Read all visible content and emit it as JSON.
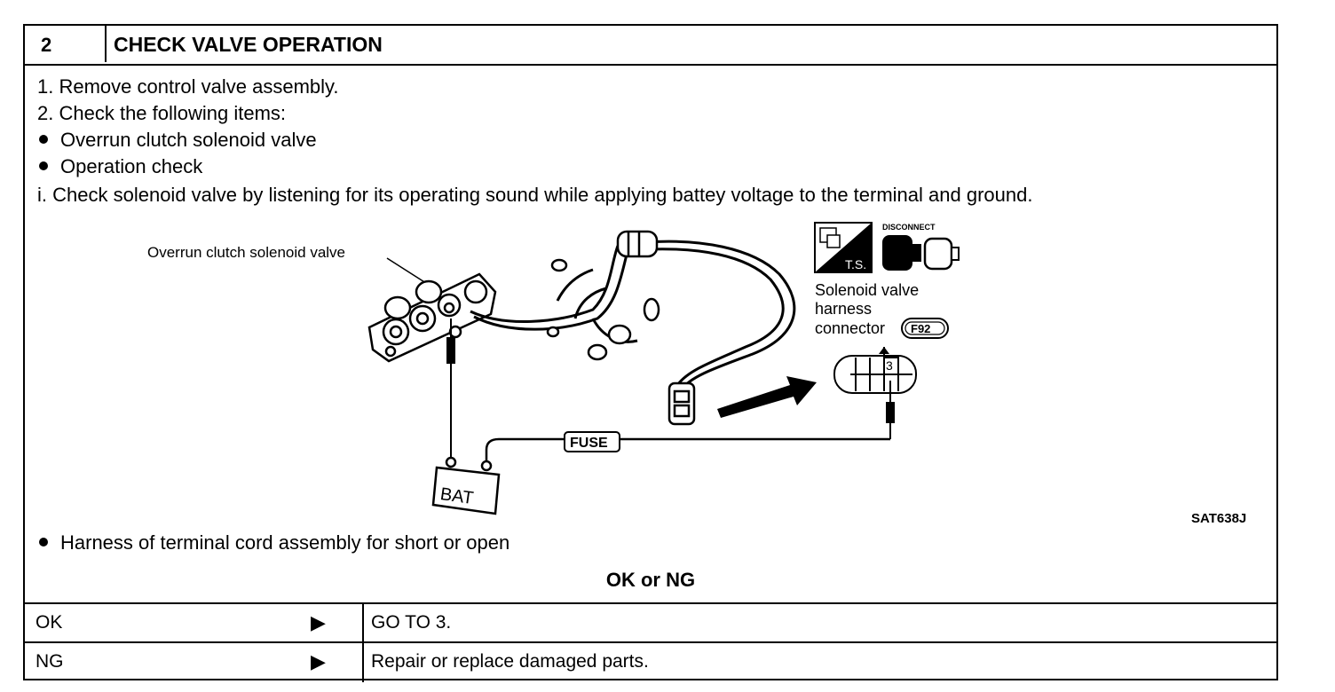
{
  "header": {
    "number": "2",
    "title": "CHECK VALVE OPERATION"
  },
  "steps": [
    {
      "marker": "1.",
      "text": "Remove control valve assembly."
    },
    {
      "marker": "2.",
      "text": "Check the following items:"
    },
    {
      "marker": "bullet",
      "text": "Overrun clutch solenoid valve"
    },
    {
      "marker": "bullet",
      "text": "Operation check"
    },
    {
      "marker": "i.",
      "text": "Check solenoid valve by listening for its operating sound while applying battey voltage to the terminal and ground."
    }
  ],
  "diagram": {
    "valve_label": "Overrun clutch solenoid valve",
    "connector_label_1": "Solenoid valve",
    "connector_label_2": "harness",
    "connector_label_3": "connector",
    "connector_code": "F92",
    "terminal_number": "3",
    "fuse_label": "FUSE",
    "battery_label": "BAT",
    "ts_label": "T.S.",
    "disconnect_label": "DISCONNECT",
    "figure_code": "SAT638J"
  },
  "extra_check": "Harness of terminal cord assembly for short or open",
  "result_heading": "OK or NG",
  "results": [
    {
      "key": "OK",
      "value": "GO TO 3."
    },
    {
      "key": "NG",
      "value": "Repair or replace damaged parts."
    }
  ],
  "icons": {
    "arrow": "triangle-right-icon",
    "bullet": "bullet-icon"
  }
}
